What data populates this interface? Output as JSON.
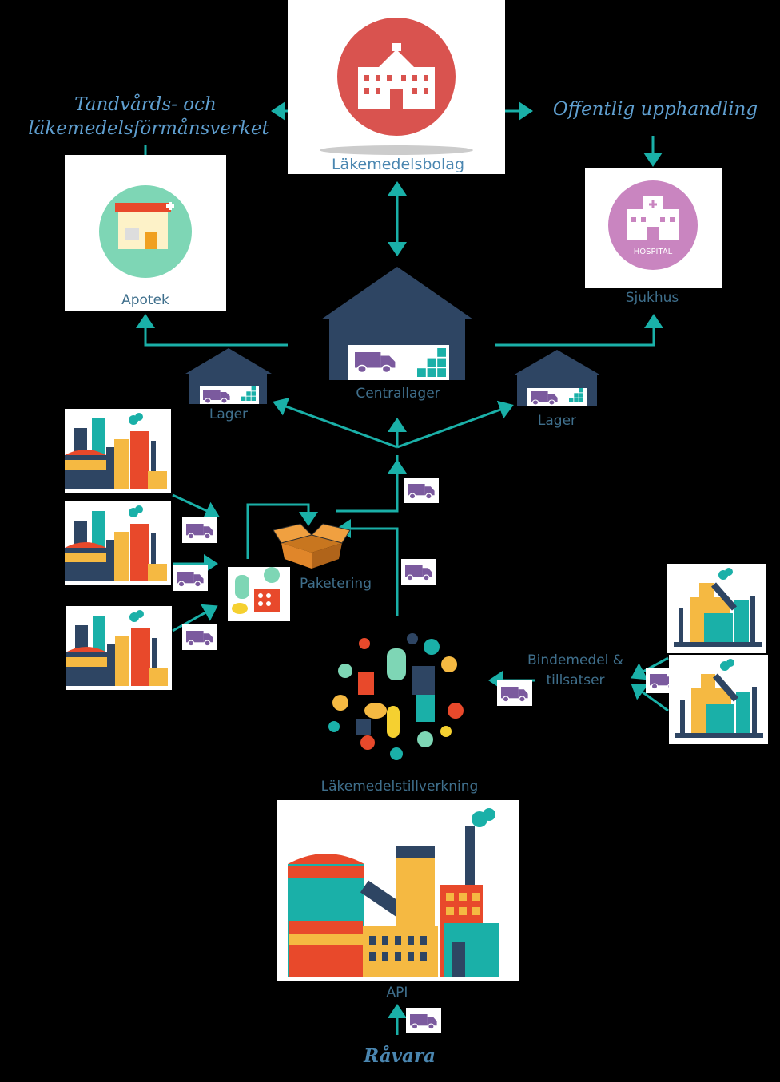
{
  "labels": {
    "lakemedelsbolag": "Läkemedelsbolag",
    "tlv_line1": "Tandvårds- och",
    "tlv_line2": "läkemedelsförmånsverket",
    "offentlig": "Offentlig upphandling",
    "apotek": "Apotek",
    "sjukhus": "Sjukhus",
    "hospital_sign": "HOSPITAL",
    "centrallager": "Centrallager",
    "lager_left": "Lager",
    "lager_right": "Lager",
    "paketering": "Paketering",
    "bindemedel_line1": "Bindemedel &",
    "bindemedel_line2": "tillsatser",
    "tillverkning": "Läkemedelstillverkning",
    "api": "API",
    "ravara": "Råvara"
  },
  "colors": {
    "background": "#000000",
    "arrow": "#1ab0a8",
    "label": "#3f6f8c",
    "label_large": "#5f9fd0",
    "warehouse": "#2e4563",
    "truck": "#7b5a9e",
    "pharma_icon": "#d9534f",
    "pharmacy_icon": "#7ed6b5",
    "hospital_icon": "#c985c0"
  }
}
